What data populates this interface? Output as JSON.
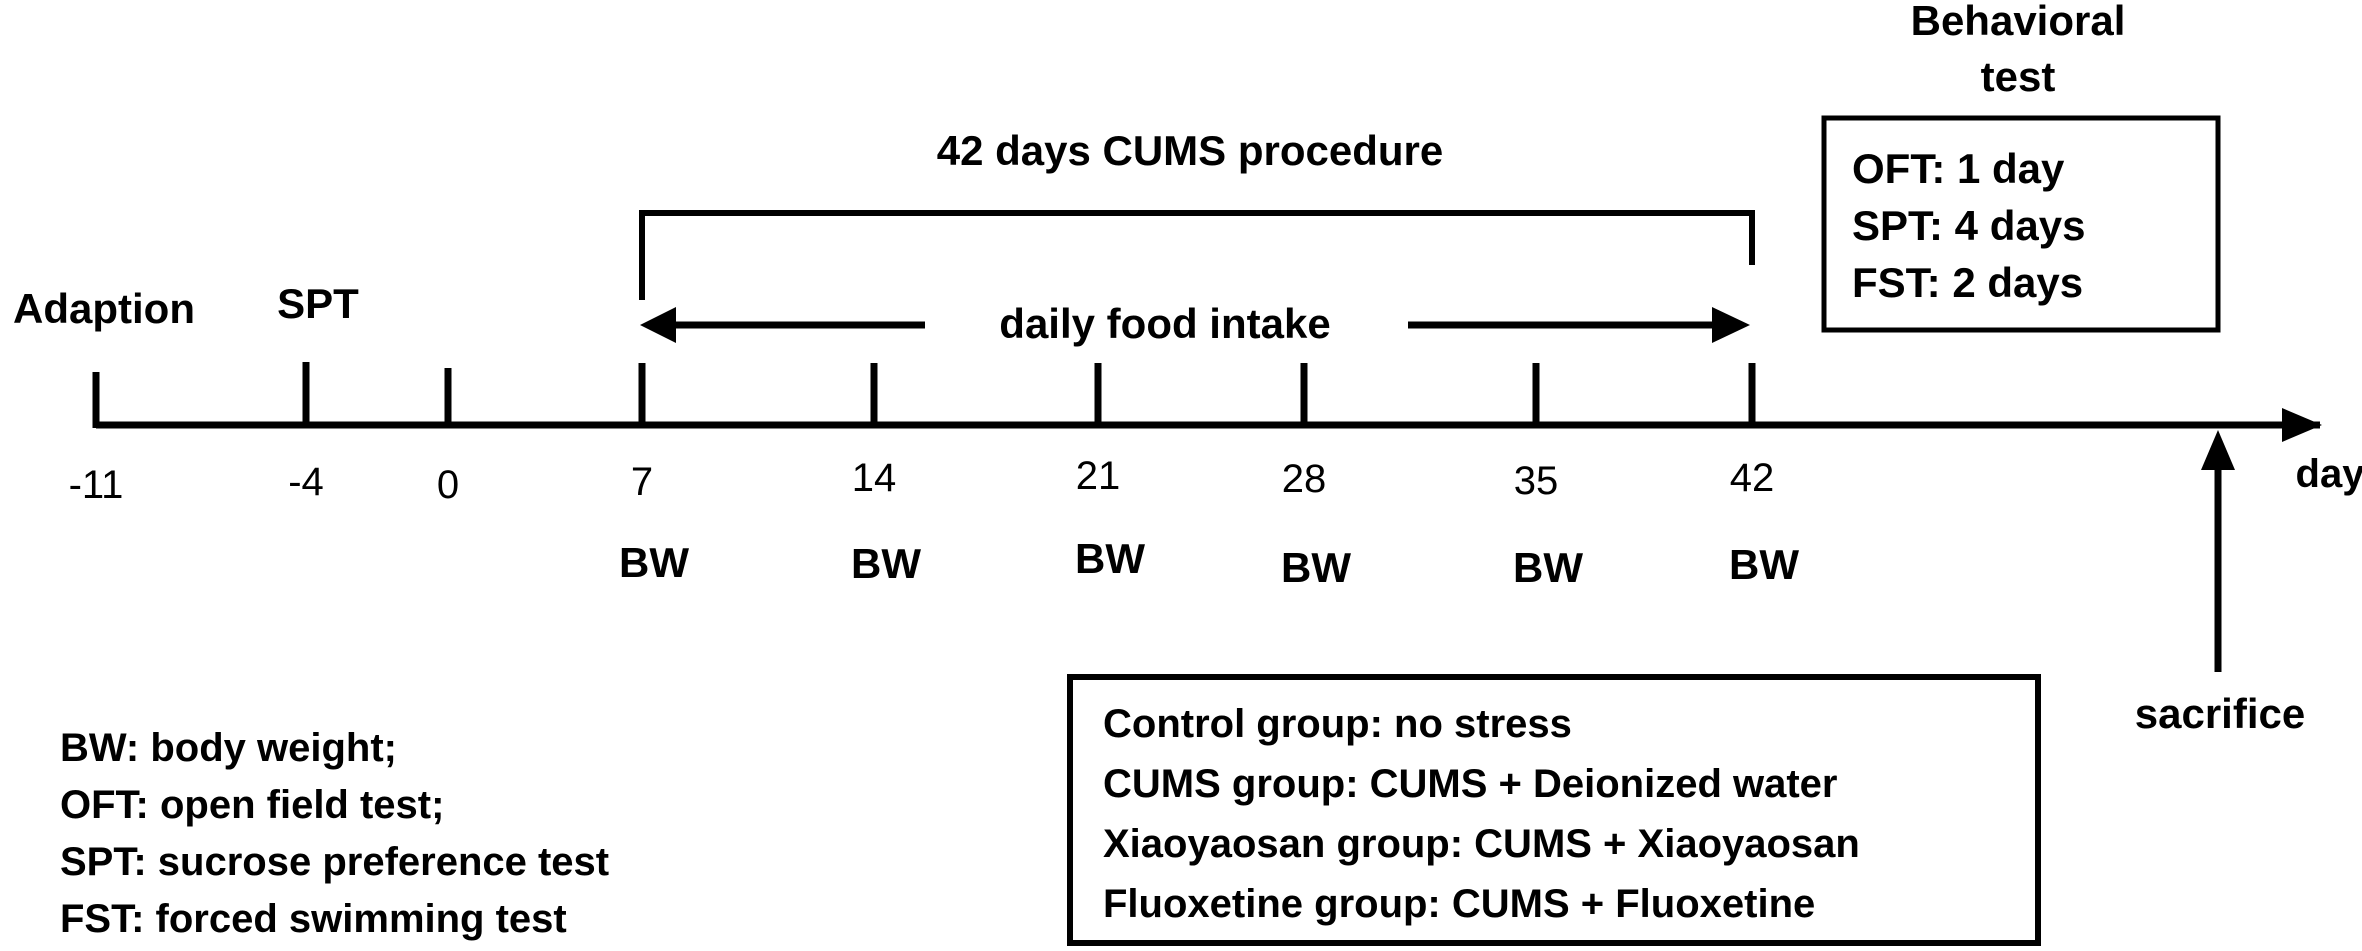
{
  "title": "42 days CUMS procedure",
  "behavioral_test": {
    "heading_line1": "Behavioral",
    "heading_line2": "test",
    "lines": [
      "OFT: 1 day",
      "SPT: 4 days",
      "FST: 2 days"
    ]
  },
  "phase_labels": {
    "adaption": "Adaption",
    "spt": "SPT"
  },
  "food_intake_label": "daily food intake",
  "axis_unit": "day",
  "days": [
    "-11",
    "-4",
    "0",
    "7",
    "14",
    "21",
    "28",
    "35",
    "42"
  ],
  "bw_label": "BW",
  "sacrifice_label": "sacrifice",
  "legend": [
    "BW: body weight;",
    "OFT: open field test;",
    "SPT: sucrose preference test",
    "FST: forced swimming test"
  ],
  "groups": [
    "Control group: no stress",
    "CUMS group: CUMS + Deionized water",
    "Xiaoyaosan group: CUMS + Xiaoyaosan",
    "Fluoxetine group: CUMS + Fluoxetine"
  ]
}
